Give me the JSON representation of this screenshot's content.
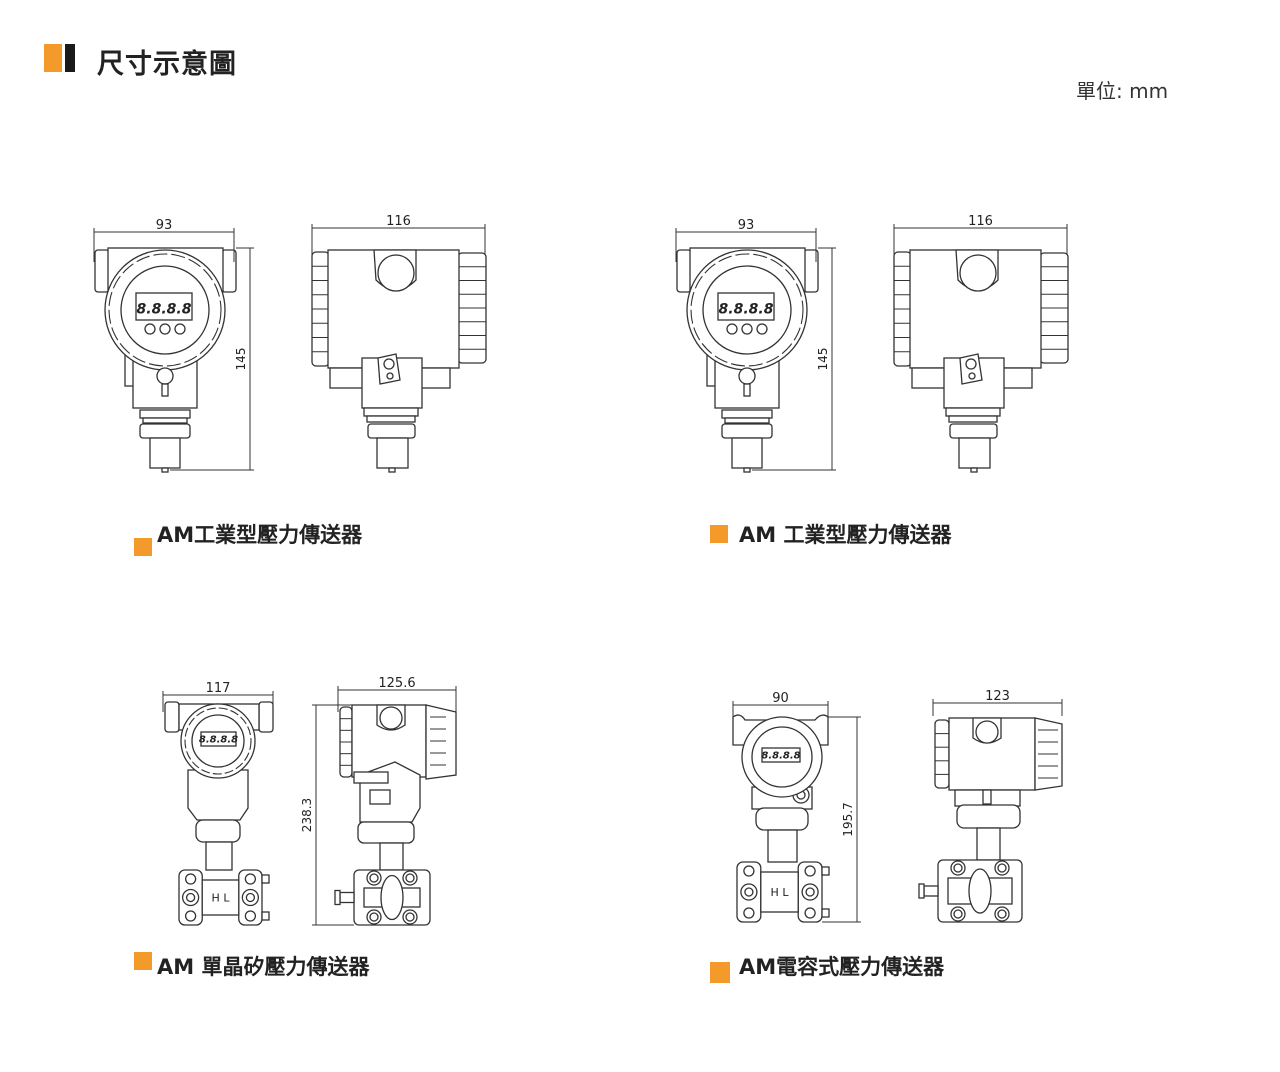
{
  "header": {
    "title": "尺寸示意圖",
    "unit_label": "單位: mm"
  },
  "colors": {
    "accent": "#f39a2b",
    "dark": "#1a1a1a",
    "line": "#333333"
  },
  "lcd_text": "8.8.8.8",
  "flange_label": "H L",
  "drawings": [
    {
      "caption": "AM工業型壓力傳送器",
      "dims": {
        "width": "93",
        "depth": "116",
        "height": "145"
      }
    },
    {
      "caption": "AM 工業型壓力傳送器",
      "dims": {
        "width": "93",
        "depth": "116",
        "height": "145"
      }
    },
    {
      "caption": "AM 單晶矽壓力傳送器",
      "dims": {
        "width": "117",
        "depth": "125.6",
        "height": "238.3"
      }
    },
    {
      "caption": "AM電容式壓力傳送器",
      "dims": {
        "width": "90",
        "depth": "123",
        "height": "195.7"
      }
    }
  ]
}
